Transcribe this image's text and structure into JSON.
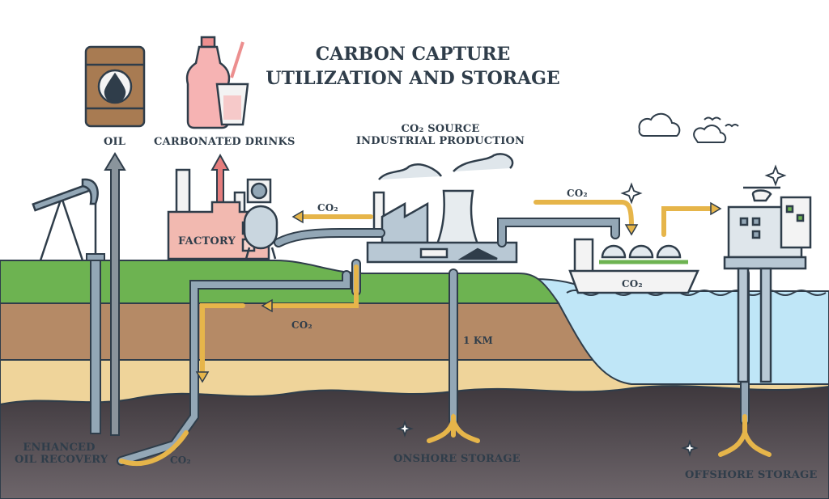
{
  "title": {
    "line1": "CARBON CAPTURE",
    "line2": "UTILIZATION AND STORAGE"
  },
  "labels": {
    "oil": "OIL",
    "carbonated_drinks": "CARBONATED DRINKS",
    "co2_source_line1": "CO₂ SOURCE",
    "co2_source_line2": "INDUSTRIAL PRODUCTION",
    "factory": "FACTORY",
    "co2_factory": "CO₂",
    "co2_underground": "CO₂",
    "co2_ship_top": "CO₂",
    "co2_ship": "CO₂",
    "co2_eor": "CO₂",
    "depth": "1 KM",
    "eor_line1": "ENHANCED",
    "eor_line2": "OIL RECOVERY",
    "onshore_storage": "ONSHORE STORAGE",
    "offshore_storage": "OFFSHORE STORAGE"
  },
  "colors": {
    "grass": "#6db351",
    "soil_brown": "#b58a66",
    "sand": "#efd49a",
    "rock": "#4a4448",
    "sea": "#bfe6f7",
    "pipe": "#93a7b6",
    "co2_arrow": "#e6b54a",
    "factory_pink": "#f2b9b0",
    "outline": "#2f3d4a"
  }
}
